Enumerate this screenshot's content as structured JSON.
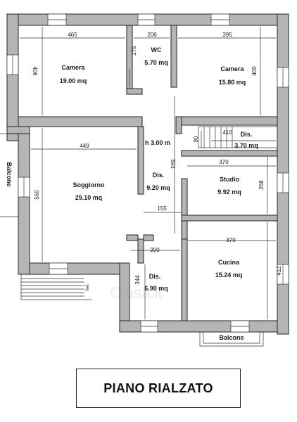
{
  "rooms": [
    {
      "id": "camera-1",
      "name": "Camera",
      "area": "19.00 mq"
    },
    {
      "id": "wc",
      "name": "WC",
      "area": "5.70 mq"
    },
    {
      "id": "camera-2",
      "name": "Camera",
      "area": "15.80 mq"
    },
    {
      "id": "dis-1",
      "name": "Dis.",
      "area": "3.70 mq"
    },
    {
      "id": "studio",
      "name": "Studio",
      "area": "9.92 mq"
    },
    {
      "id": "soggiorno",
      "name": "Soggiorno",
      "area": "25.10 mq"
    },
    {
      "id": "dis-2",
      "name": "Dis.",
      "area": "9.20 mq"
    },
    {
      "id": "cucina",
      "name": "Cucina",
      "area": "15.24 mq"
    },
    {
      "id": "dis-3",
      "name": "Dis.",
      "area": "6.90 mq"
    }
  ],
  "height_note": "h 3.00 m",
  "balconies": {
    "left": "Balcone",
    "bottom": "Balcone"
  },
  "dimensions": {
    "d465": "465",
    "d206": "206",
    "d395": "395",
    "d406": "406",
    "d275": "275",
    "d400": "400",
    "d449": "449",
    "d560": "560",
    "d593": "593",
    "d410": "410",
    "d90": "90",
    "d370a": "370",
    "d268": "268",
    "d155": "155",
    "d200": "200",
    "d370b": "370",
    "d412": "412",
    "d344": "344"
  },
  "title": "PIANO RIALZATO"
}
